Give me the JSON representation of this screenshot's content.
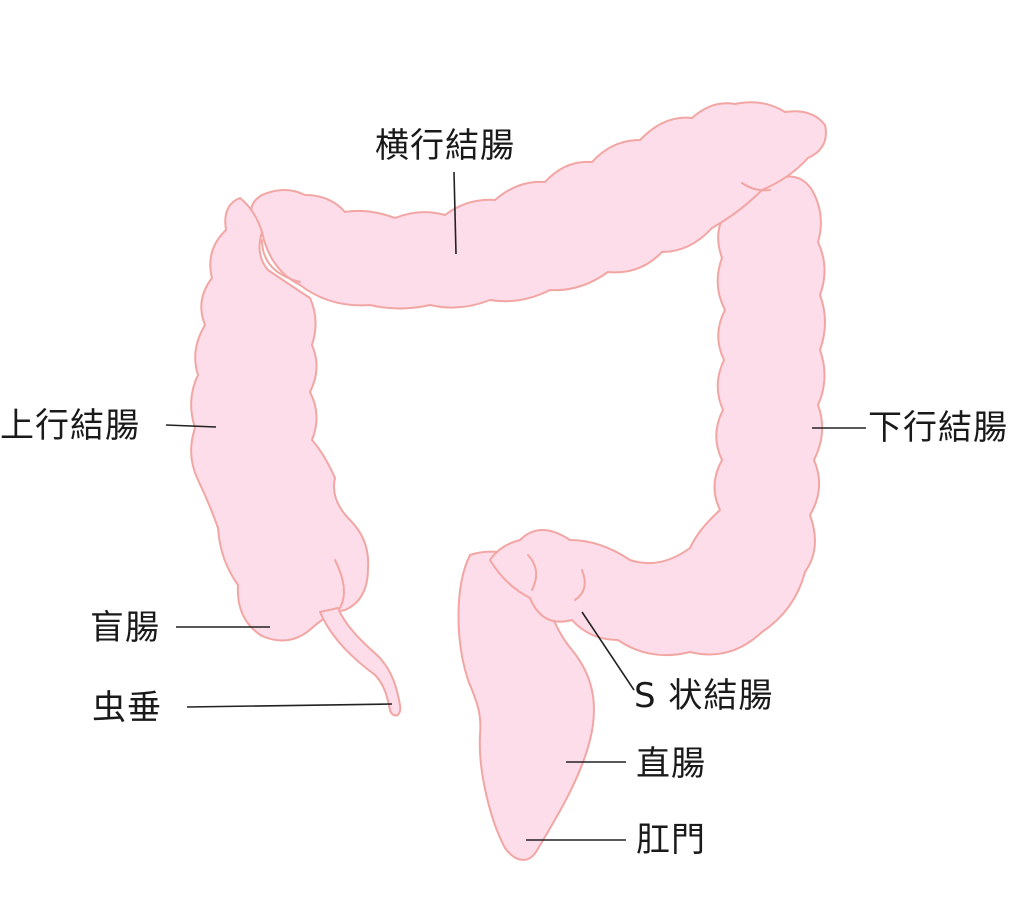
{
  "labels": {
    "transverse_colon": "横行結腸",
    "ascending_colon": "上行結腸",
    "descending_colon": "下行結腸",
    "cecum": "盲腸",
    "appendix": "虫垂",
    "sigmoid_colon": "S 状結腸",
    "rectum": "直腸",
    "anus": "肛門"
  },
  "colors": {
    "tissue_fill": "#fddde9",
    "tissue_outline": "#f2a6a4",
    "leader_line": "#222222",
    "label_text": "#1a1a1a"
  }
}
